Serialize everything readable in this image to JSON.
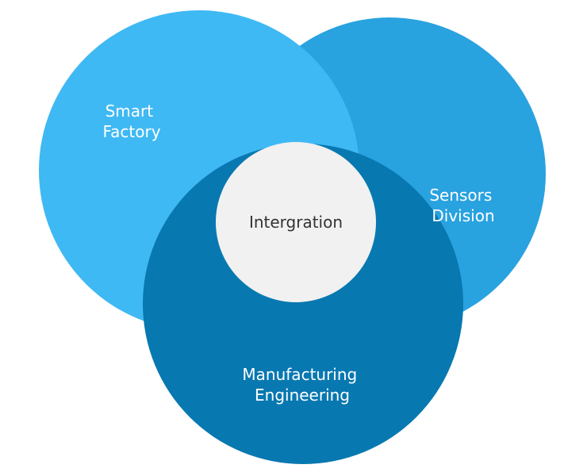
{
  "diagram": {
    "circles": {
      "smart_factory": {
        "line1": "Smart",
        "line2": "Factory",
        "color": "#3fb9f3"
      },
      "sensors_division": {
        "line1": "Sensors",
        "line2": "Division",
        "color": "#29a2e0"
      },
      "manufacturing_engineering": {
        "line1": "Manufacturing",
        "line2": "Engineering",
        "color": "#0878b1"
      },
      "integration": {
        "label": "Intergration",
        "color": "#f1f1f1"
      }
    }
  }
}
